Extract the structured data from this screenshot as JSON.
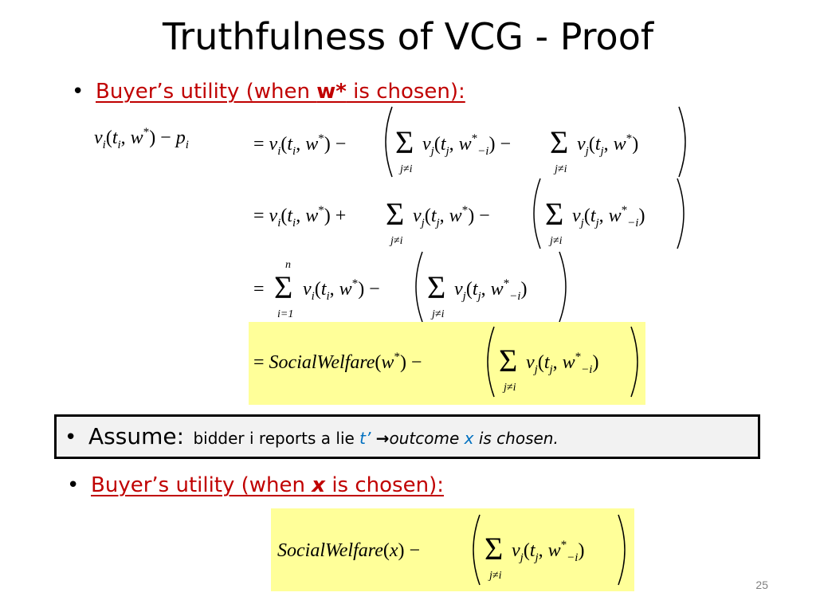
{
  "title": "Truthfulness of VCG - Proof",
  "bullet1": {
    "prefix": "Buyer’s utility (when ",
    "bold": "w*",
    "suffix": " is chosen):"
  },
  "eq_lhs": "vᵢ(tᵢ, w*) − pᵢ",
  "eq_lines": [
    "= vᵢ(tᵢ, w*) − ( Σ_{j≠i} vⱼ(tⱼ, w*₋ᵢ) − Σ_{j≠i} vⱼ(tⱼ, w*) )",
    "= vᵢ(tᵢ, w*) + Σ_{j≠i} vⱼ(tⱼ, w*) − ( Σ_{j≠i} vⱼ(tⱼ, w*₋ᵢ) )",
    "= Σ_{i=1}^{n} vᵢ(tᵢ, w*) − ( Σ_{j≠i} vⱼ(tⱼ, w*₋ᵢ) )",
    "= SocialWelfare(w*) − ( Σ_{j≠i} vⱼ(tⱼ, w*₋ᵢ) )"
  ],
  "assume": {
    "label": "Assume:",
    "text1": "bidder i reports a lie",
    "lie": "t’",
    "arrow": "→",
    "text2": "outcome",
    "var": "x",
    "text3": "is chosen."
  },
  "bullet2": {
    "prefix": "Buyer’s utility (when ",
    "bold": "x",
    "suffix": " is chosen):"
  },
  "eq_final": "SocialWelfare(x) − ( Σ_{j≠i} vⱼ(tⱼ, w*₋ᵢ) )",
  "page_number": "25",
  "colors": {
    "red": "#c00000",
    "blue": "#0070c0",
    "highlight": "#ffff99",
    "box_bg": "#f2f2f2"
  }
}
